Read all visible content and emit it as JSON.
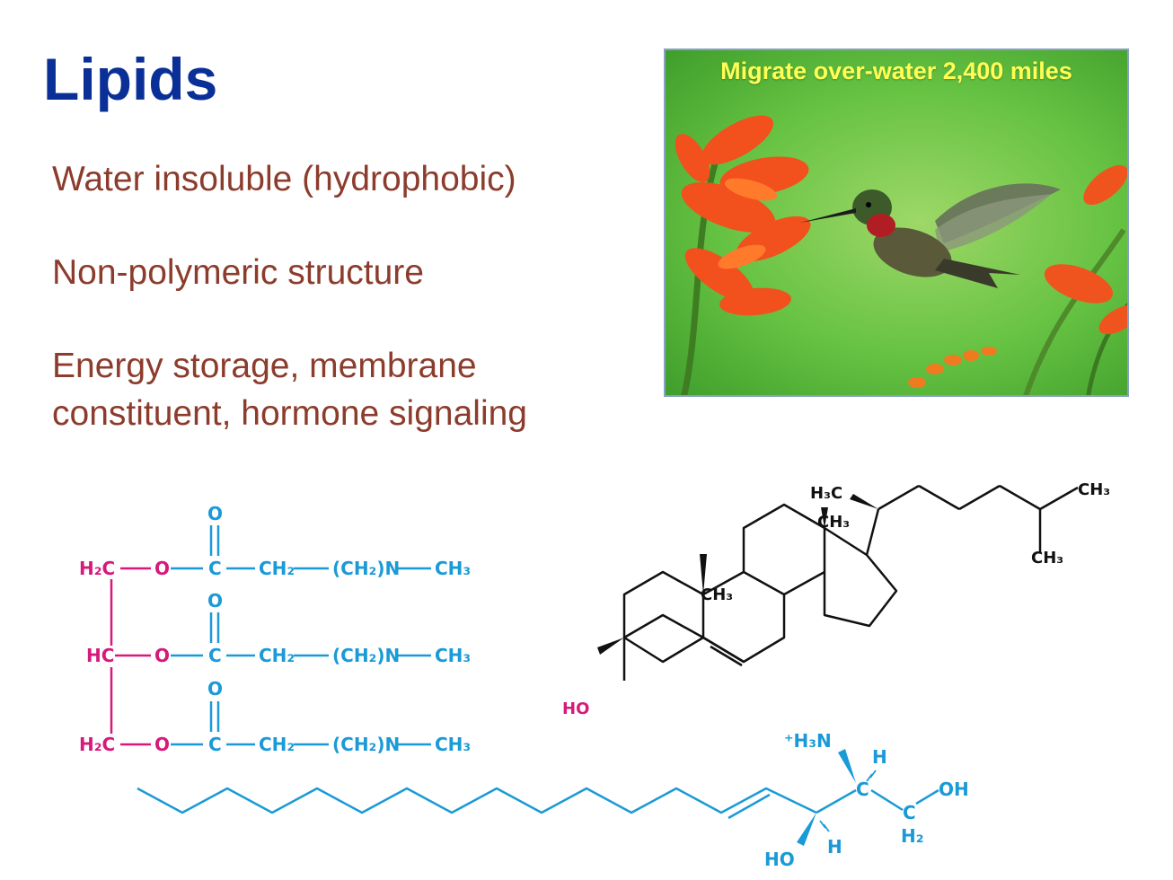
{
  "slide": {
    "title": "Lipids",
    "bullets": [
      "Water insoluble (hydrophobic)",
      "Non-polymeric structure",
      "Energy storage, membrane constituent, hormone signaling"
    ],
    "bullet3_lines": [
      "Energy storage, membrane",
      "constituent, hormone signaling"
    ]
  },
  "photo": {
    "caption": "Migrate over-water 2,400 miles",
    "subject": "hummingbird feeding at orange flowers"
  },
  "triglyceride": {
    "o": "O",
    "h2c_top": "H₂C",
    "hc": "HC",
    "h2c_bottom": "H₂C",
    "ch2": "CH₂",
    "ch2n": "(CH₂)N",
    "ch3": "CH₃",
    "c": "C"
  },
  "cholesterol": {
    "h3c": "H₃C",
    "ch3": "CH₃",
    "ho": "HO"
  },
  "sphingosine": {
    "nh3": "⁺H₃N",
    "h": "H",
    "c": "C",
    "oh": "OH",
    "h2": "H₂",
    "ho": "HO"
  },
  "colors": {
    "title": "#0a2f96",
    "bullet": "#8c3c2c",
    "chem_blue": "#1a9ad6",
    "chem_pink": "#d6197a",
    "caption": "#ffff55"
  }
}
